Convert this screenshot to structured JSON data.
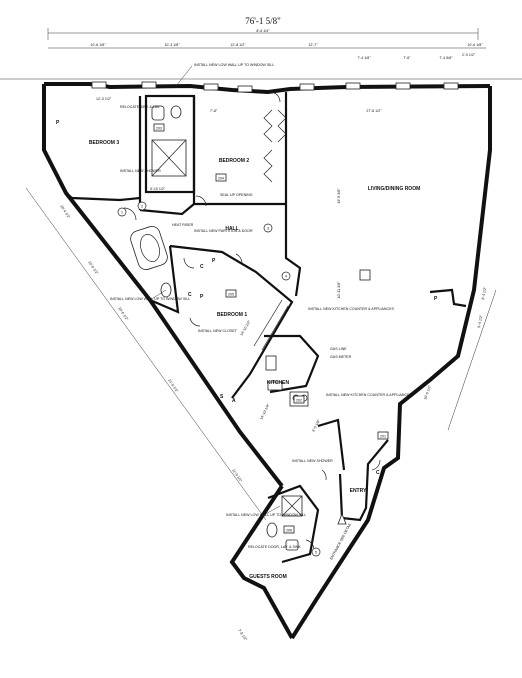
{
  "top_dimension": "76'-1 5/8\"",
  "top_dimension_sub": "8'-5 1/4\"",
  "segment_dims": [
    "10'-6 1/8\"",
    "10'-3 1/8\"",
    "12'-8 1/2\"",
    "12'-7\"",
    "7'-4 1/8\"",
    "7'-6\"",
    "7'-4 5/8\"",
    "10'-6 1/8\""
  ],
  "rooms": {
    "bedroom3": "BEDROOM 3",
    "bedroom2": "BEDROOM 2",
    "bedroom1": "BEDROOM 1",
    "hall": "HALL",
    "kitchen": "KITCHEN",
    "living": "LIVING/DINING ROOM",
    "entry": "ENTRY",
    "guest": "GUESTS ROOM"
  },
  "notes": {
    "install_low_wall_top": "INSTALL NEW LOW WALL UP TO WINDOW SILL",
    "relocate_sink": "RELOCATE SINK & LAV.",
    "install_shower_1": "INSTALL NEW SHOWER",
    "seal_opening": "SEAL UP OPENING",
    "heat_riser": "HEAT RISER",
    "install_partition": "INSTALL NEW PARTITION & DOOR",
    "install_low_wall_left": "INSTALL NEW LOW WALL UP TO WINDOW SILL",
    "install_closet": "INSTALL NEW CLOSET",
    "install_counter": "INSTALL NEW KITCHEN COUNTER & APPLIANCES",
    "gas_line": "GAS LINE",
    "gas_meter": "GAS METER",
    "install_counter_2": "INSTALL NEW KITCHEN COUNTER & APPLIANCES",
    "install_shower_2": "INSTALL NEW SHOWER",
    "install_low_wall_bottom": "INSTALL NEW LOW WALL UP TO WINDOW SILL",
    "relocate_door": "RELOCATE DOOR, LAV. & SINK",
    "entrance": "ENTRANCE SEE DETAIL"
  },
  "room_dims": {
    "bed3": "12'-0 1/2\"",
    "bath1": "5'-10 1/2\"",
    "bed3_w": "7'-8\"",
    "living_w": "27'-6 1/2\"",
    "living_h": "19'-5 3/8\"",
    "living_h2": "10'-11 3/8\"",
    "bed1": "14'-10 1/2\"",
    "kitchen": "14'-10 1/4\"",
    "kitchen_b": "6'-5 1/8\"",
    "entry_side": "10'-9 1/2\"",
    "guest_side": "11'-9 1/2\"",
    "guest_bot": "7'-8 1/2\"",
    "guest_bot2": "9'-8 1/2\"",
    "diag1": "19'-9 1/2\"",
    "diag2": "21'-5 1/2\"",
    "diag3": "10'-4 1/2\"",
    "diag4": "10'-6 1/2\"",
    "right1": "3'-4 1/2\"",
    "right2": "5'-4 1/2\"",
    "right3": "2'-9 1/2\""
  },
  "tags": {
    "p": "P",
    "c": "C",
    "s": "S",
    "a": "A",
    "door_tags": [
      "203",
      "204",
      "205",
      "202",
      "201",
      "206"
    ],
    "circle_tags": [
      "1",
      "2",
      "3",
      "4",
      "5"
    ]
  }
}
